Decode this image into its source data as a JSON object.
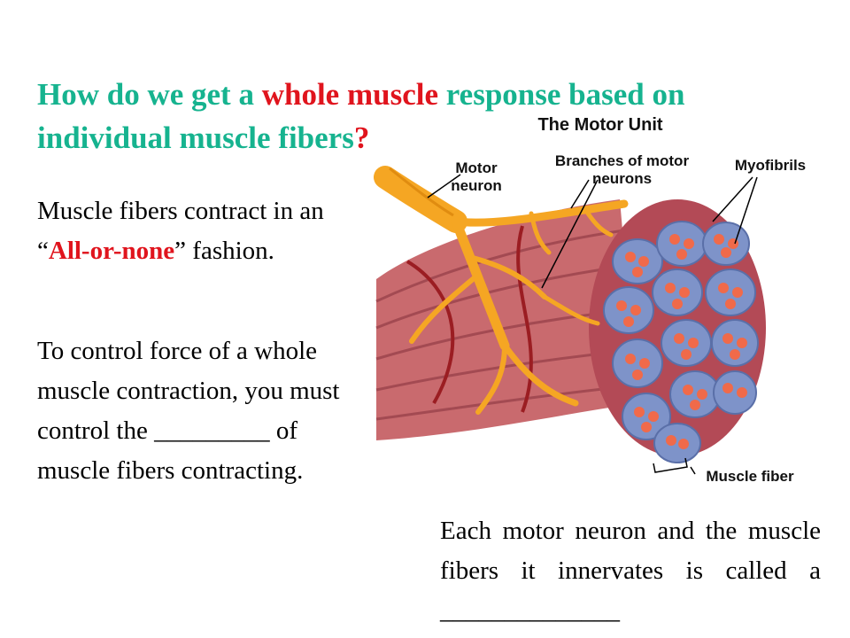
{
  "title": {
    "part1": "How do we get a ",
    "highlight1": "whole muscle",
    "part2": " response based on individual muscle fibers",
    "highlight2": "?"
  },
  "paragraph1": {
    "before": "Muscle fibers contract in an “",
    "highlight": "All-or-none",
    "after": "” fashion."
  },
  "paragraph2": {
    "text": "To control force of a whole muscle contraction, you must control the _________ of muscle fibers contracting."
  },
  "caption": {
    "text": "Each motor neuron and the muscle fibers it innervates is called a ______________"
  },
  "figure": {
    "title": "The Motor Unit",
    "labels": {
      "motor_neuron": "Motor neuron",
      "branches": "Branches of motor neurons",
      "myofibrils": "Myofibrils",
      "muscle_fiber": "Muscle fiber"
    }
  },
  "colors": {
    "heading": "#16b38f",
    "highlight": "#e0141d",
    "neuron": "#f5a623",
    "muscle": "#c96a6e",
    "fiber": "#7e93c9",
    "myofibril": "#f06a4a"
  }
}
